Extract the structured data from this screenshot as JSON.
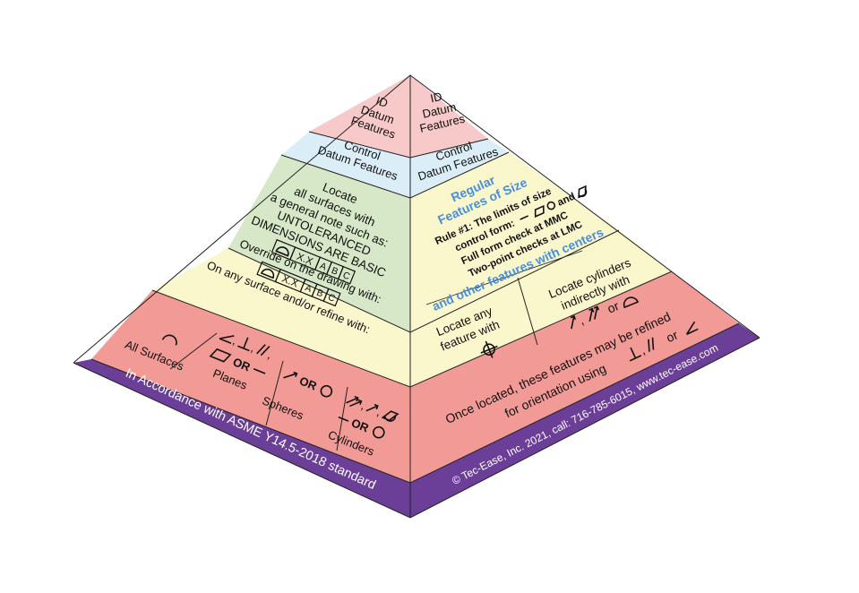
{
  "left_face": {
    "apex": {
      "line1": "ID",
      "line2": "Datum",
      "line3": "Features"
    },
    "control": {
      "line1": "Control",
      "line2": "Datum Features"
    },
    "locate": {
      "lines": [
        "Locate",
        "all surfaces with",
        "a general note such as:",
        "UNTOLERANCED",
        "DIMENSIONS ARE BASIC"
      ],
      "fcf_value": "X.X",
      "fcf_a": "A",
      "fcf_b": "B",
      "fcf_c": "C"
    },
    "override": {
      "line1": "Override on the drawing with:",
      "line2": "On any surface and/or refine with:",
      "fcf_value": "X.X",
      "fcf_a": "A",
      "fcf_b": "B",
      "fcf_c": "C"
    },
    "bottom": {
      "all_surfaces": "All Surfaces",
      "planes_or": "OR",
      "planes": "Planes",
      "spheres_or": "OR",
      "spheres": "Spheres",
      "cylinders_or": "OR",
      "cylinders": "Cylinders",
      "comma": ","
    },
    "banner": "In Accordance with ASME Y14.5-2018 standard"
  },
  "right_face": {
    "apex": {
      "line1": "ID",
      "line2": "Datum",
      "line3": "Features"
    },
    "control": {
      "line1": "Control",
      "line2": "Datum Features"
    },
    "regular": {
      "title1": "Regular",
      "title2": "Features of Size",
      "rule1": "Rule #1: The limits of size",
      "rule2": "control form:",
      "rule2b": "and",
      "rule3": "Full form check at MMC",
      "rule4": "Two-point checks at LMC"
    },
    "centers": {
      "title": "and other features with centers",
      "any1": "Locate any",
      "any2": "feature with",
      "cyl1": "Locate cylinders",
      "cyl2": "indirectly with",
      "cyl_or": "or",
      "comma": ","
    },
    "refine": {
      "line1": "Once located, these features may be refined",
      "line2": "for orientation using",
      "or": "or"
    },
    "banner": "© Tec-Ease, Inc. 2021, call: 716-785-6015, www.tec-ease.com"
  },
  "colors": {
    "pink": "#f7c9c8",
    "light_blue": "#dbedf6",
    "green": "#d7e8c8",
    "cream": "#fbf7cd",
    "salmon": "#f29a95",
    "purple": "#6b3e98",
    "heading_blue": "#4a8fd8"
  }
}
